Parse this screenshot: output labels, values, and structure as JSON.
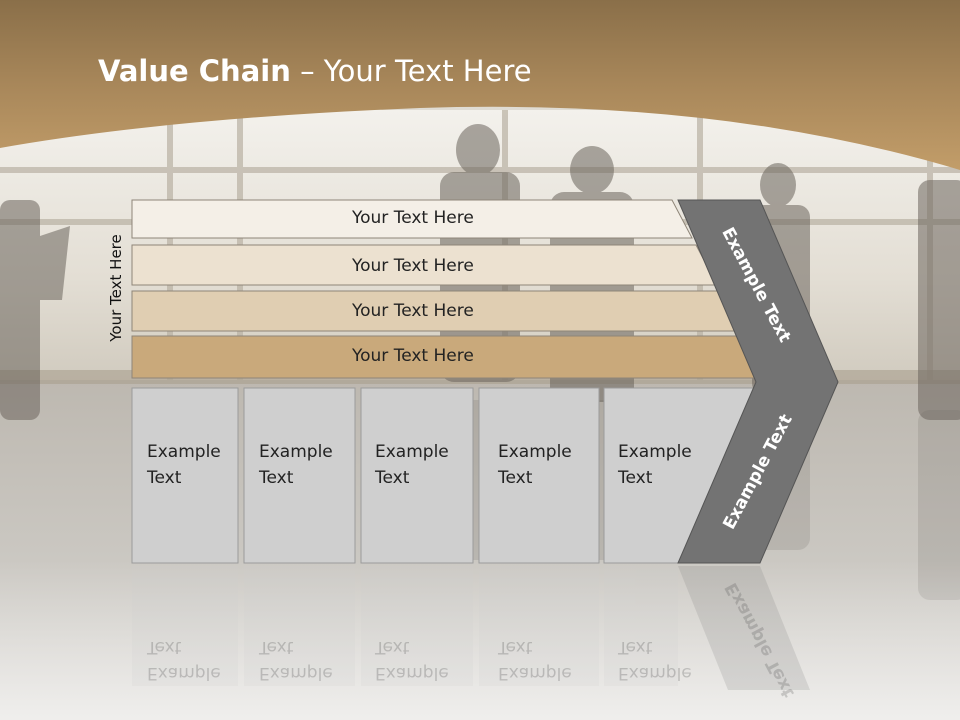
{
  "slide": {
    "title_bold": "Value Chain",
    "title_rest": " – Your Text Here",
    "vertical_label": "Your Text Here",
    "rows": [
      {
        "label": "Your Text Here",
        "color": "#f4efe7"
      },
      {
        "label": "Your Text Here",
        "color": "#ece1d0"
      },
      {
        "label": "Your Text Here",
        "color": "#e0ceb2"
      },
      {
        "label": "Your Text Here",
        "color": "#c9a97b"
      }
    ],
    "boxes": [
      {
        "line1": "Example",
        "line2": "Text"
      },
      {
        "line1": "Example",
        "line2": "Text"
      },
      {
        "line1": "Example",
        "line2": "Text"
      },
      {
        "line1": "Example",
        "line2": "Text"
      },
      {
        "line1": "Example",
        "line2": "Text"
      }
    ],
    "chevron_top_label": "Example Text",
    "chevron_bottom_label": "Example Text",
    "colors": {
      "header": "#a8875a",
      "chevron": "#737373",
      "box": "#cfcfcf"
    }
  }
}
